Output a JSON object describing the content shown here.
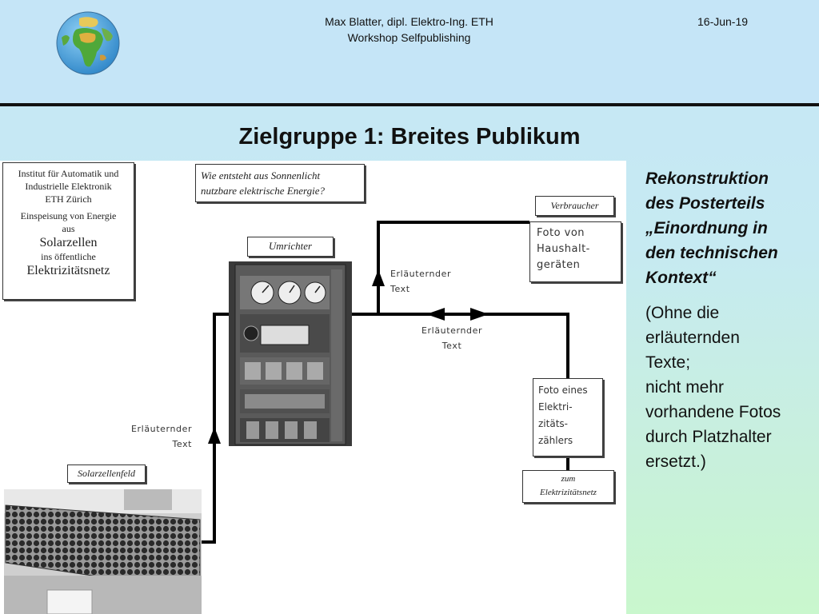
{
  "header": {
    "author": "Max Blatter, dipl. Elektro-Ing. ETH",
    "workshop": "Workshop Selfpublishing",
    "date": "16-Jun-19",
    "globe_icon": "globe-icon"
  },
  "title": "Zielgruppe 1: Breites Publikum",
  "poster": {
    "institut": {
      "line1": "Institut für Automatik und",
      "line2": "Industrielle Elektronik",
      "line3": "ETH Zürich",
      "line4": "Einspeisung von Energie",
      "line5": "aus",
      "line6": "Solarzellen",
      "line7": "ins öffentliche",
      "line8": "Elektrizitätsnetz"
    },
    "question": {
      "line1": "Wie entsteht aus Sonnenlicht",
      "line2": "nutzbare elektrische Energie?"
    },
    "umrichter_label": "Umrichter",
    "verbraucher_label": "Verbraucher",
    "solarzellenfeld_label": "Solarzellenfeld",
    "elektrizitaetsnetz_label": {
      "line1": "zum",
      "line2": "Elektrizitätsnetz"
    },
    "foto_haushalt": {
      "line1": "Foto von",
      "line2": "Haushalt-",
      "line3": "geräten"
    },
    "foto_zaehler": {
      "line1": "Foto eines",
      "line2": "Elektri-",
      "line3": "zitäts-",
      "line4": "zählers"
    },
    "note_text": {
      "line1": "Erläuternder",
      "line2": "Text"
    },
    "wire_color": "#000000"
  },
  "side": {
    "heading": {
      "line1": "Rekonstruktion",
      "line2": "des Posterteils",
      "line3": "„Einordnung in",
      "line4": "den technischen",
      "line5": "Kontext“"
    },
    "body": {
      "line1": "(Ohne die",
      "line2": "erläuternden",
      "line3": "Texte;",
      "line4": "nicht mehr",
      "line5": "vorhandene Fotos",
      "line6": "durch Platzhalter",
      "line7": "ersetzt.)"
    }
  },
  "colors": {
    "header_bg": "#c5e5f7",
    "page_bg_top": "#c6e6f6",
    "page_bg_bottom": "#c9f7cd",
    "poster_bg": "#ffffff"
  }
}
